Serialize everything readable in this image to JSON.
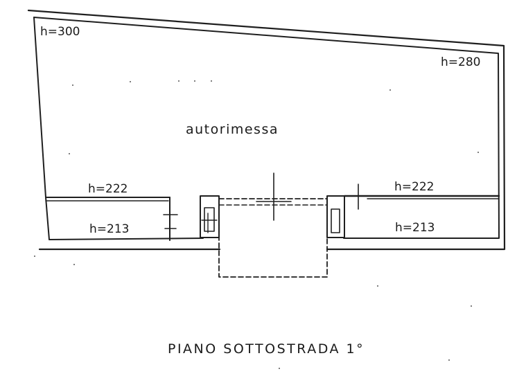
{
  "plan": {
    "title": "PIANO  SOTTOSTRADA 1°",
    "room_label": "autorimessa",
    "heights": {
      "top_left": "h=300",
      "top_right": "h=280",
      "mid_left": "h=222",
      "mid_right": "h=222",
      "low_left": "h=213",
      "low_right": "h=213"
    },
    "ink_color": "#1f1f1f",
    "paper_color": "#ffffff"
  }
}
